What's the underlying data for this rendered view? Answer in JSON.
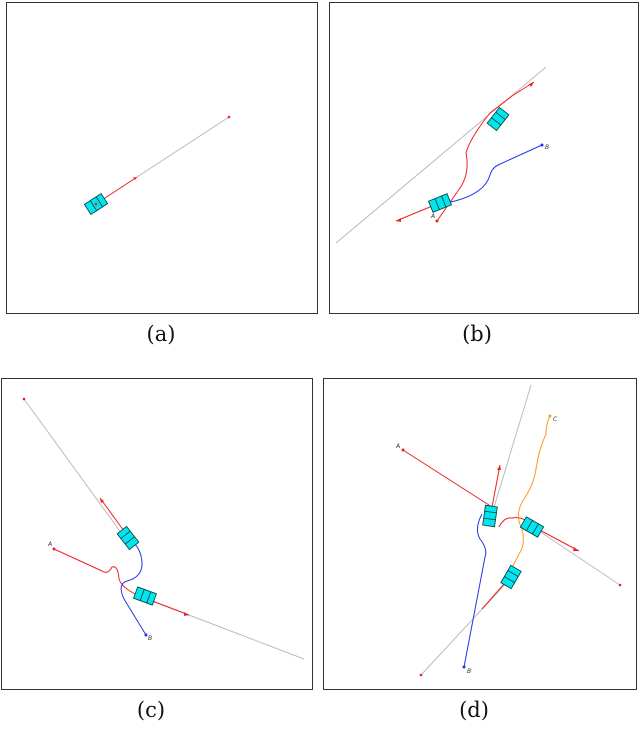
{
  "figure": {
    "panels": [
      {
        "id": "a",
        "caption": "(a)",
        "labels": []
      },
      {
        "id": "b",
        "caption": "(b)",
        "labels": [
          "A",
          "B"
        ]
      },
      {
        "id": "c",
        "caption": "(c)",
        "labels": [
          "A",
          "B"
        ]
      },
      {
        "id": "d",
        "caption": "(d)",
        "labels": [
          "A",
          "B",
          "C"
        ]
      }
    ]
  },
  "colors": {
    "vehicle_fill": "#00e5ee",
    "vehicle_stroke": "#0a3a3a",
    "path_red": "#ee2222",
    "path_blue": "#2233ee",
    "path_orange": "#ff9922",
    "reference_line": "#bbbbbb",
    "frame": "#333333"
  }
}
